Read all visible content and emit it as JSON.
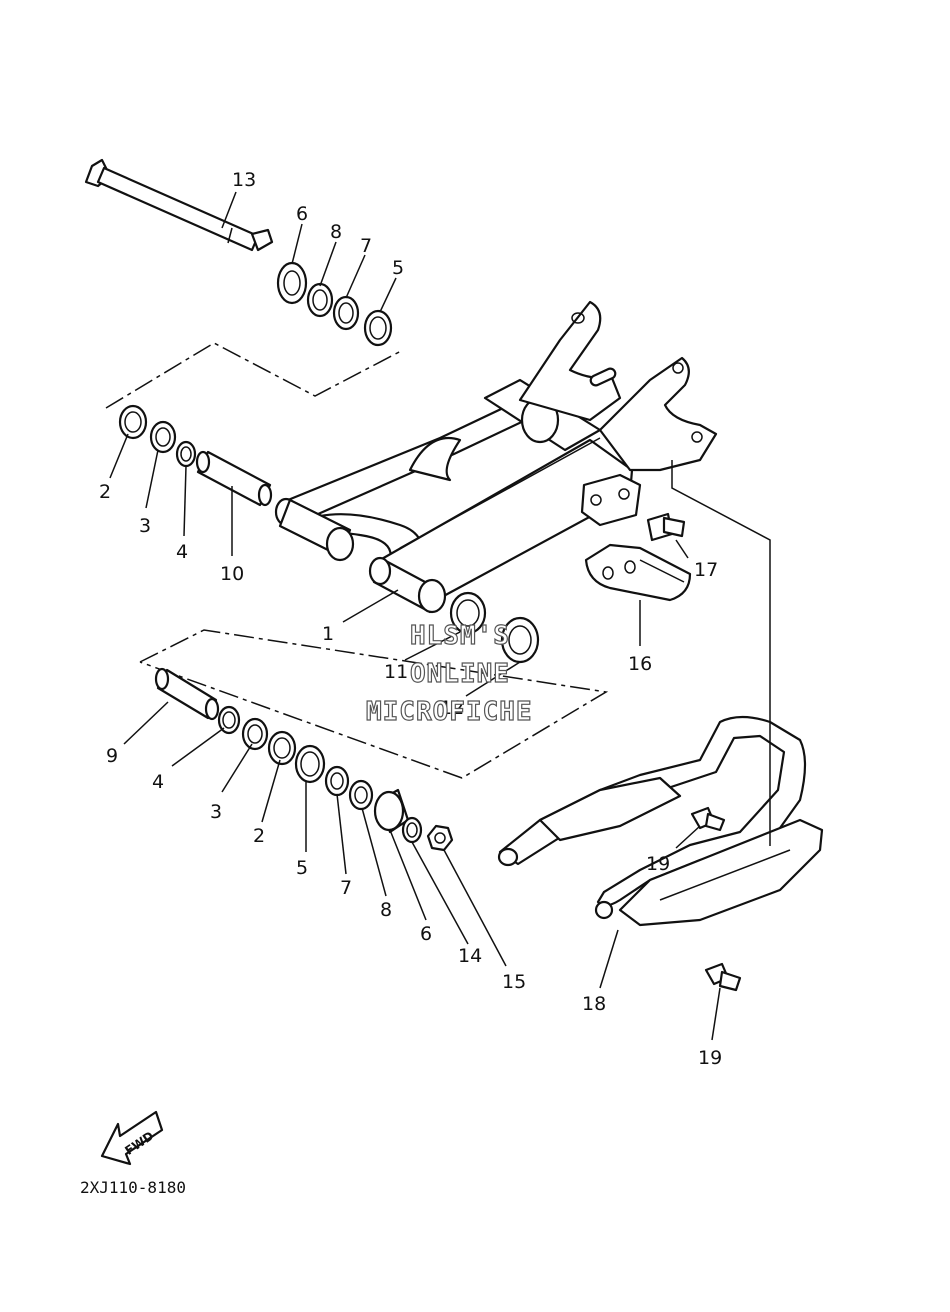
{
  "diagram": {
    "part_labels": {
      "p1": "1",
      "p2a": "2",
      "p2b": "2",
      "p3a": "3",
      "p3b": "3",
      "p4a": "4",
      "p4b": "4",
      "p5a": "5",
      "p5b": "5",
      "p6a": "6",
      "p6b": "6",
      "p7a": "7",
      "p7b": "7",
      "p8a": "8",
      "p8b": "8",
      "p9": "9",
      "p10": "10",
      "p11": "11",
      "p12": "12",
      "p13": "13",
      "p14": "14",
      "p15": "15",
      "p16": "16",
      "p17": "17",
      "p18": "18",
      "p19a": "19",
      "p19b": "19"
    },
    "watermark": {
      "line1": "HLSM'S",
      "line2": "ONLINE",
      "line3": "MICROFICHE"
    },
    "fwd_arrow": {
      "label": "FWD"
    },
    "diagram_code": "2XJ110-8180"
  }
}
